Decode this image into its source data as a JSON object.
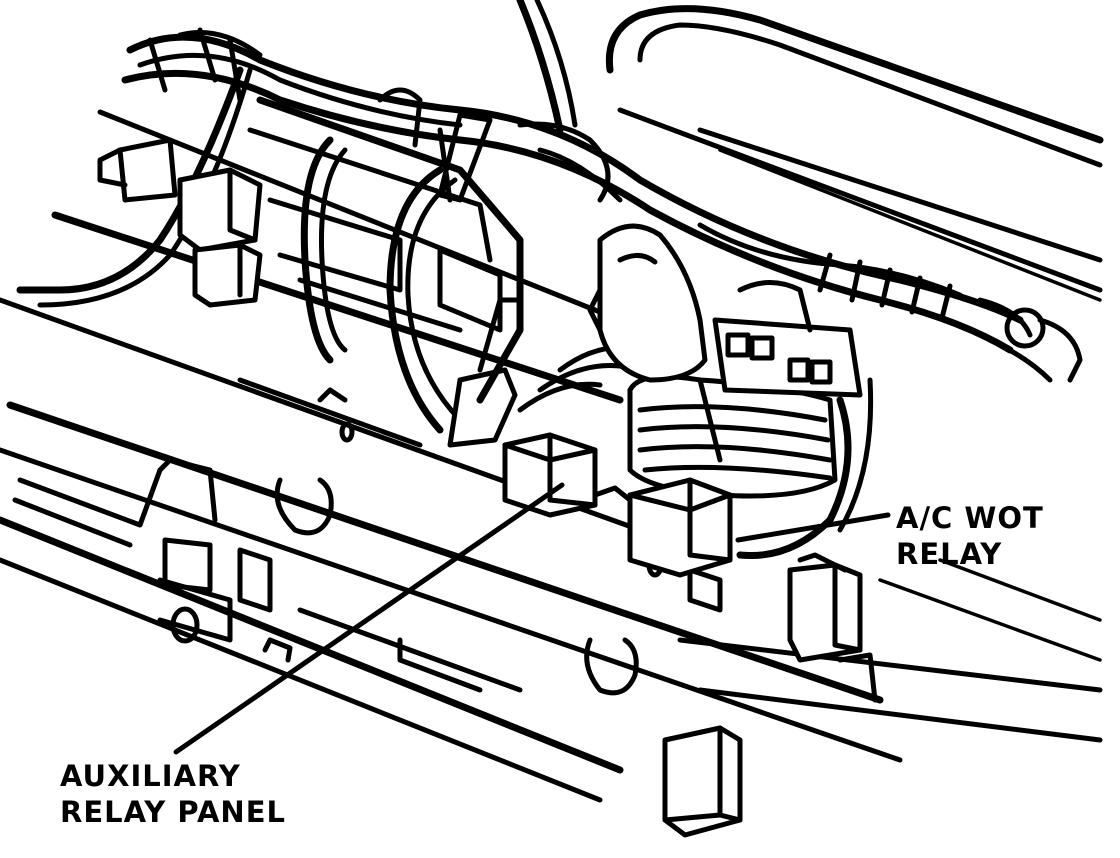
{
  "callouts": {
    "ac_wot_relay": {
      "line1": "A/C WOT",
      "line2": "RELAY"
    },
    "auxiliary_relay_panel": {
      "line1": "AUXILIARY",
      "line2": "RELAY PANEL"
    }
  },
  "colors": {
    "ink": "#000000",
    "paper": "#ffffff"
  }
}
